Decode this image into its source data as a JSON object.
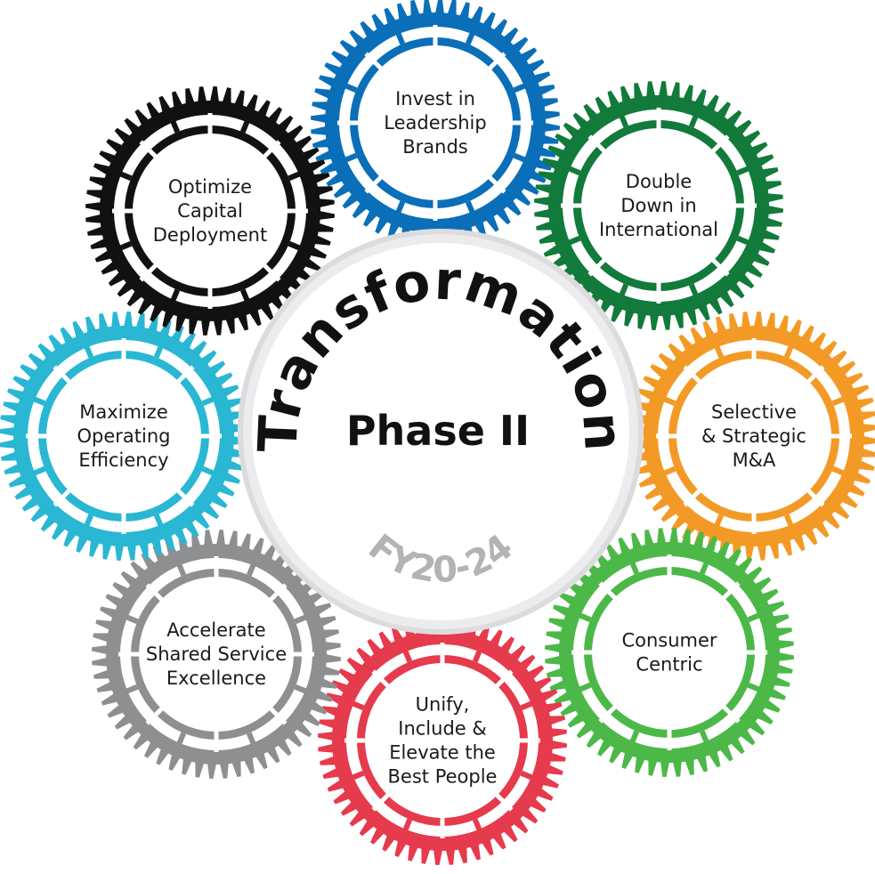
{
  "diagram": {
    "hub": {
      "title": "Transformation",
      "subtitle": "Phase II",
      "period": "FY20-24",
      "ring_color": "#d9d9dc"
    },
    "gears": [
      {
        "id": "invest-in-leadership-brands",
        "lines": [
          "Invest in",
          "Leadership",
          "Brands"
        ],
        "color": "#0a6fb8"
      },
      {
        "id": "double-down-in-international",
        "lines": [
          "Double",
          "Down in",
          "International"
        ],
        "color": "#127a3a"
      },
      {
        "id": "selective-strategic-ma",
        "lines": [
          "Selective",
          "& Strategic",
          "M&A"
        ],
        "color": "#f39a26"
      },
      {
        "id": "consumer-centric",
        "lines": [
          "Consumer",
          "Centric"
        ],
        "color": "#4cb848"
      },
      {
        "id": "unify-include-elevate",
        "lines": [
          "Unify,",
          "Include &",
          "Elevate the",
          "Best People"
        ],
        "color": "#e63a4d"
      },
      {
        "id": "accelerate-shared-service",
        "lines": [
          "Accelerate",
          "Shared Service",
          "Excellence"
        ],
        "color": "#8e8f91"
      },
      {
        "id": "maximize-operating-efficiency",
        "lines": [
          "Maximize",
          "Operating",
          "Efficiency"
        ],
        "color": "#29b7d3"
      },
      {
        "id": "optimize-capital-deployment",
        "lines": [
          "Optimize",
          "Capital",
          "Deployment"
        ],
        "color": "#111111"
      }
    ]
  }
}
